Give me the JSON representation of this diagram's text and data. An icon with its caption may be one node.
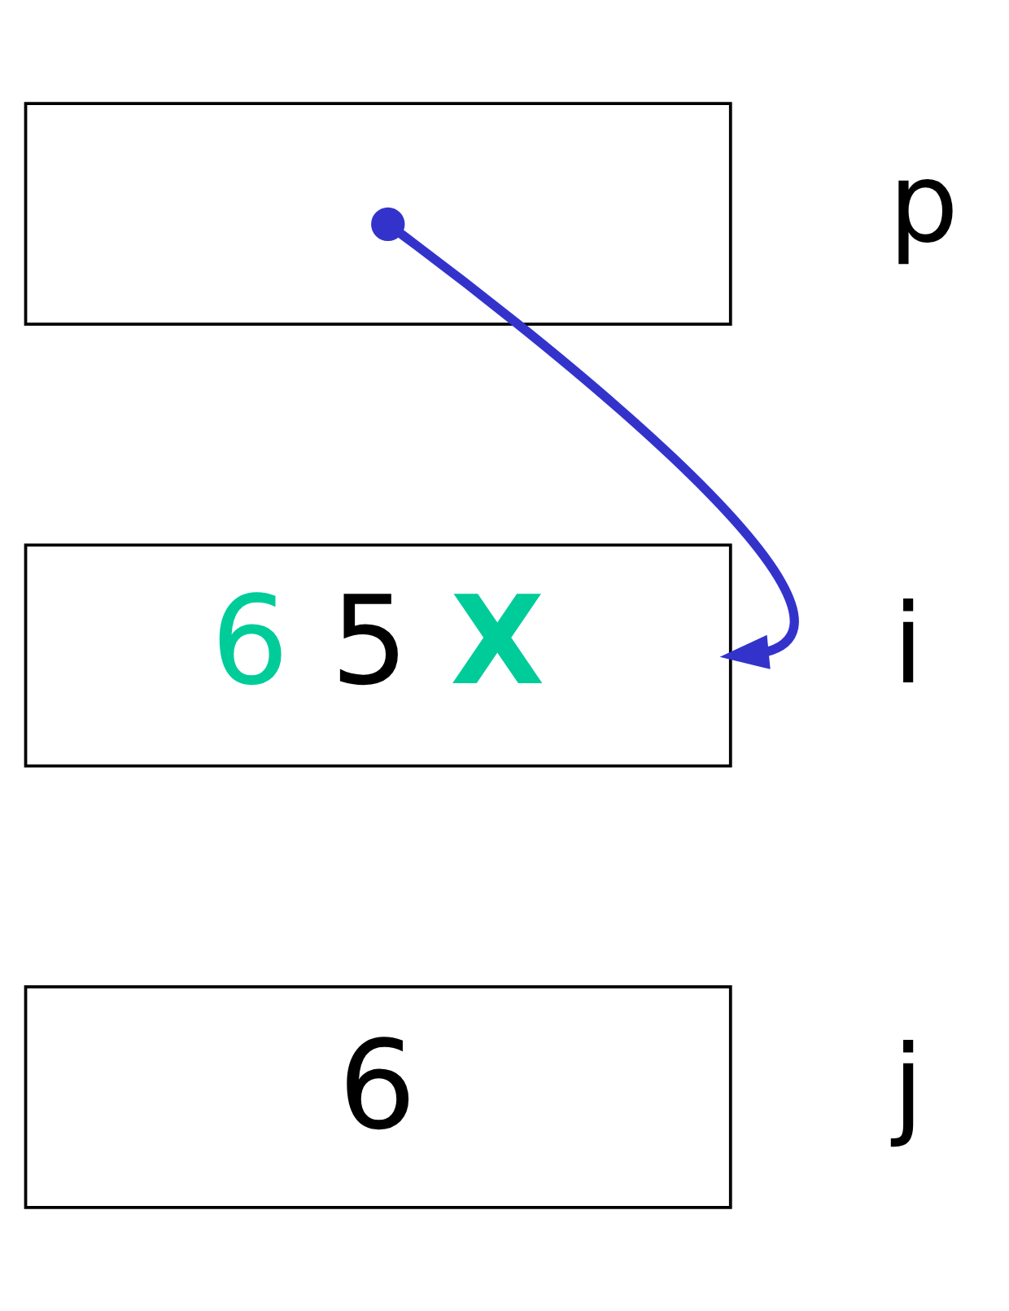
{
  "diagram": {
    "nodes": [
      {
        "text": [],
        "shape": "box",
        "beside": [
          "p"
        ]
      },
      {
        "text": [
          "6",
          "5",
          "X"
        ],
        "beside": [
          "i"
        ]
      },
      {
        "text": [
          "6"
        ],
        "beside": [
          "j"
        ]
      }
    ],
    "edges": [
      {
        "from": 0,
        "to": 1,
        "arrow": "to",
        "color": "#3333cc"
      }
    ]
  }
}
